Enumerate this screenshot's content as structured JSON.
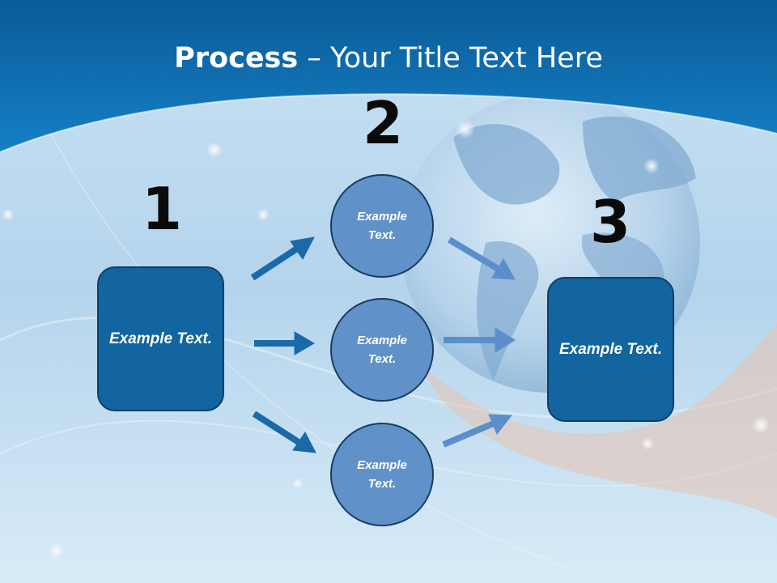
{
  "slide": {
    "title_bold": "Process",
    "title_rest": " – Your Title Text Here"
  },
  "steps": {
    "step1": {
      "number": "1",
      "text": "Example Text."
    },
    "step2": {
      "number": "2",
      "items": [
        "Example Text.",
        "Example Text.",
        "Example Text."
      ]
    },
    "step3": {
      "number": "3",
      "text": "Example Text."
    }
  },
  "colors": {
    "header_blue": "#0d6fb3",
    "box_fill": "#12659e",
    "circle_fill": "#6091c9",
    "arrow_dark": "#1a6aa8",
    "arrow_light": "#5b8fcc"
  }
}
